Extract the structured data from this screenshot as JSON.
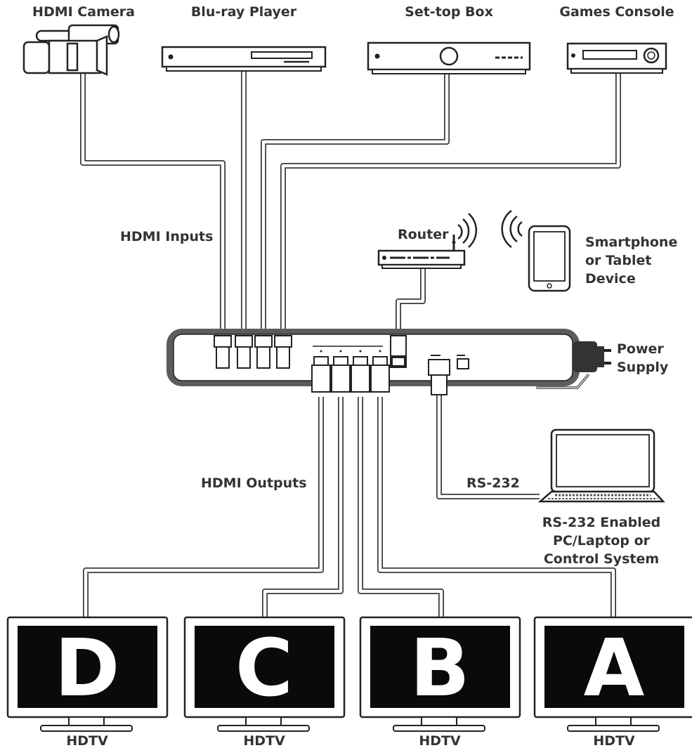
{
  "sources": {
    "camera": "HDMI Camera",
    "bluray": "Blu-ray Player",
    "settop": "Set-top Box",
    "games": "Games Console"
  },
  "labels": {
    "hdmi_inputs": "HDMI Inputs",
    "hdmi_outputs": "HDMI Outputs",
    "router": "Router",
    "smartphone": [
      "Smartphone",
      "or Tablet",
      "Device"
    ],
    "power": [
      "Power",
      "Supply"
    ],
    "rs232": "RS-232",
    "pc": [
      "RS-232 Enabled",
      "PC/Laptop or",
      "Control System"
    ]
  },
  "displays": [
    {
      "letter": "D",
      "label": "HDTV"
    },
    {
      "letter": "C",
      "label": "HDTV"
    },
    {
      "letter": "B",
      "label": "HDTV"
    },
    {
      "letter": "A",
      "label": "HDTV"
    }
  ],
  "icons": {
    "camera": "video-camera-icon",
    "bluray": "blu-ray-player-icon",
    "settop": "set-top-box-icon",
    "games": "games-console-icon",
    "router": "router-icon",
    "tablet": "tablet-icon",
    "laptop": "laptop-icon",
    "power": "power-adapter-icon",
    "tv": "hdtv-icon"
  }
}
